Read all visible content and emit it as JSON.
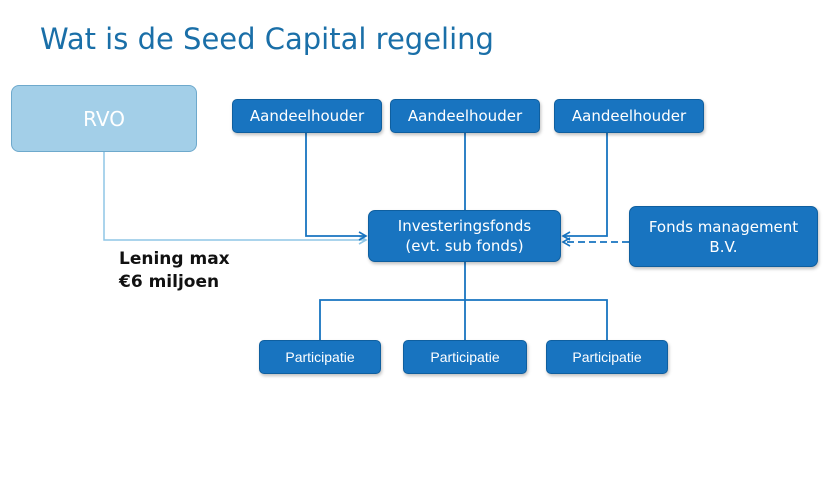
{
  "title": "Wat is de Seed Capital regeling",
  "rvo": {
    "label": "RVO"
  },
  "shareholders": [
    {
      "label": "Aandeelhouder"
    },
    {
      "label": "Aandeelhouder"
    },
    {
      "label": "Aandeelhouder"
    }
  ],
  "fund": {
    "line1": "Investeringsfonds",
    "line2": "(evt. sub fonds)"
  },
  "management": {
    "line1": "Fonds management",
    "line2": "B.V."
  },
  "loan": {
    "line1": "Lening max",
    "line2": "€6 miljoen"
  },
  "participations": [
    {
      "label": "Participatie"
    },
    {
      "label": "Participatie"
    },
    {
      "label": "Participatie"
    }
  ],
  "colors": {
    "title": "#1a6fa8",
    "box": "#1874c0",
    "rvo_box": "#a3cfe8",
    "connector": "#1874c0",
    "rvo_connector": "#8fc6e6"
  }
}
